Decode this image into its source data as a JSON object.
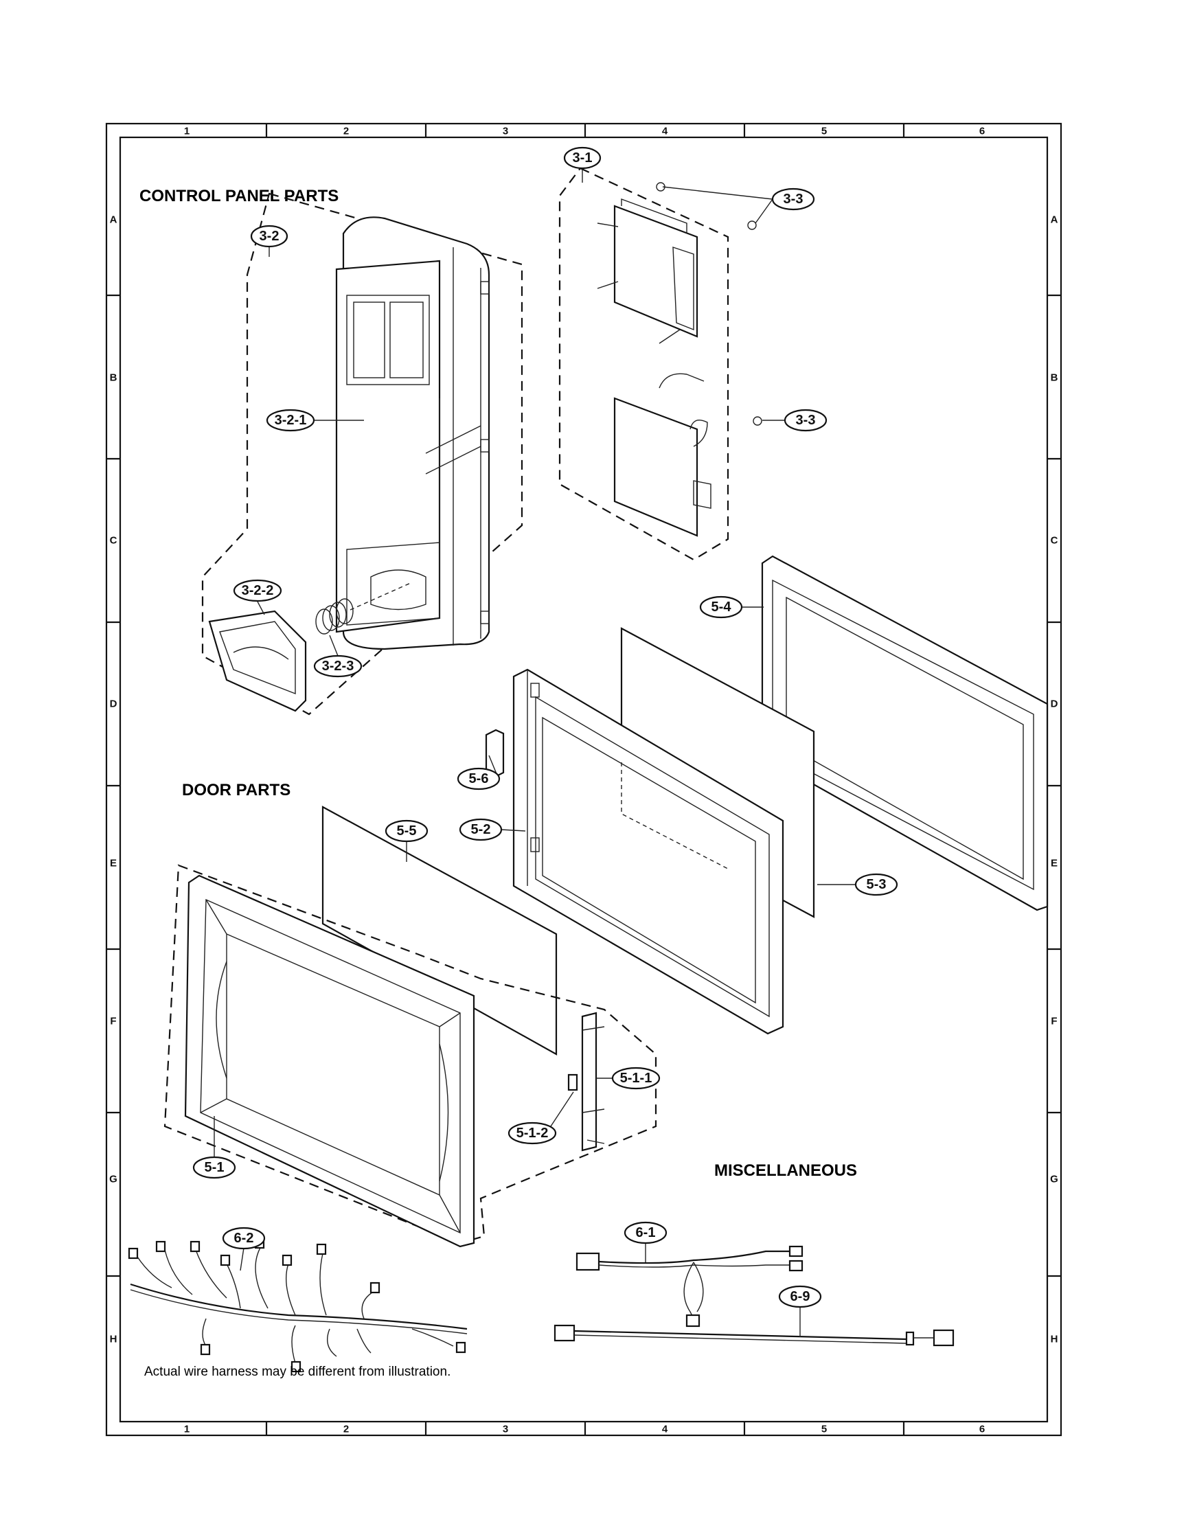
{
  "sections": {
    "control_panel": "CONTROL PANEL PARTS",
    "door": "DOOR PARTS",
    "misc": "MISCELLANEOUS"
  },
  "note": "Actual wire harness may be different from illustration.",
  "grid": {
    "columns": [
      "1",
      "2",
      "3",
      "4",
      "5",
      "6"
    ],
    "rows": [
      "A",
      "B",
      "C",
      "D",
      "E",
      "F",
      "G",
      "H"
    ]
  },
  "callouts": {
    "p3_1": "3-1",
    "p3_2": "3-2",
    "p3_2_1": "3-2-1",
    "p3_2_2": "3-2-2",
    "p3_2_3": "3-2-3",
    "p3_3a": "3-3",
    "p3_3b": "3-3",
    "p5_1": "5-1",
    "p5_1_1": "5-1-1",
    "p5_1_2": "5-1-2",
    "p5_2": "5-2",
    "p5_3": "5-3",
    "p5_4": "5-4",
    "p5_5": "5-5",
    "p5_6": "5-6",
    "p6_1": "6-1",
    "p6_2": "6-2",
    "p6_9": "6-9"
  }
}
